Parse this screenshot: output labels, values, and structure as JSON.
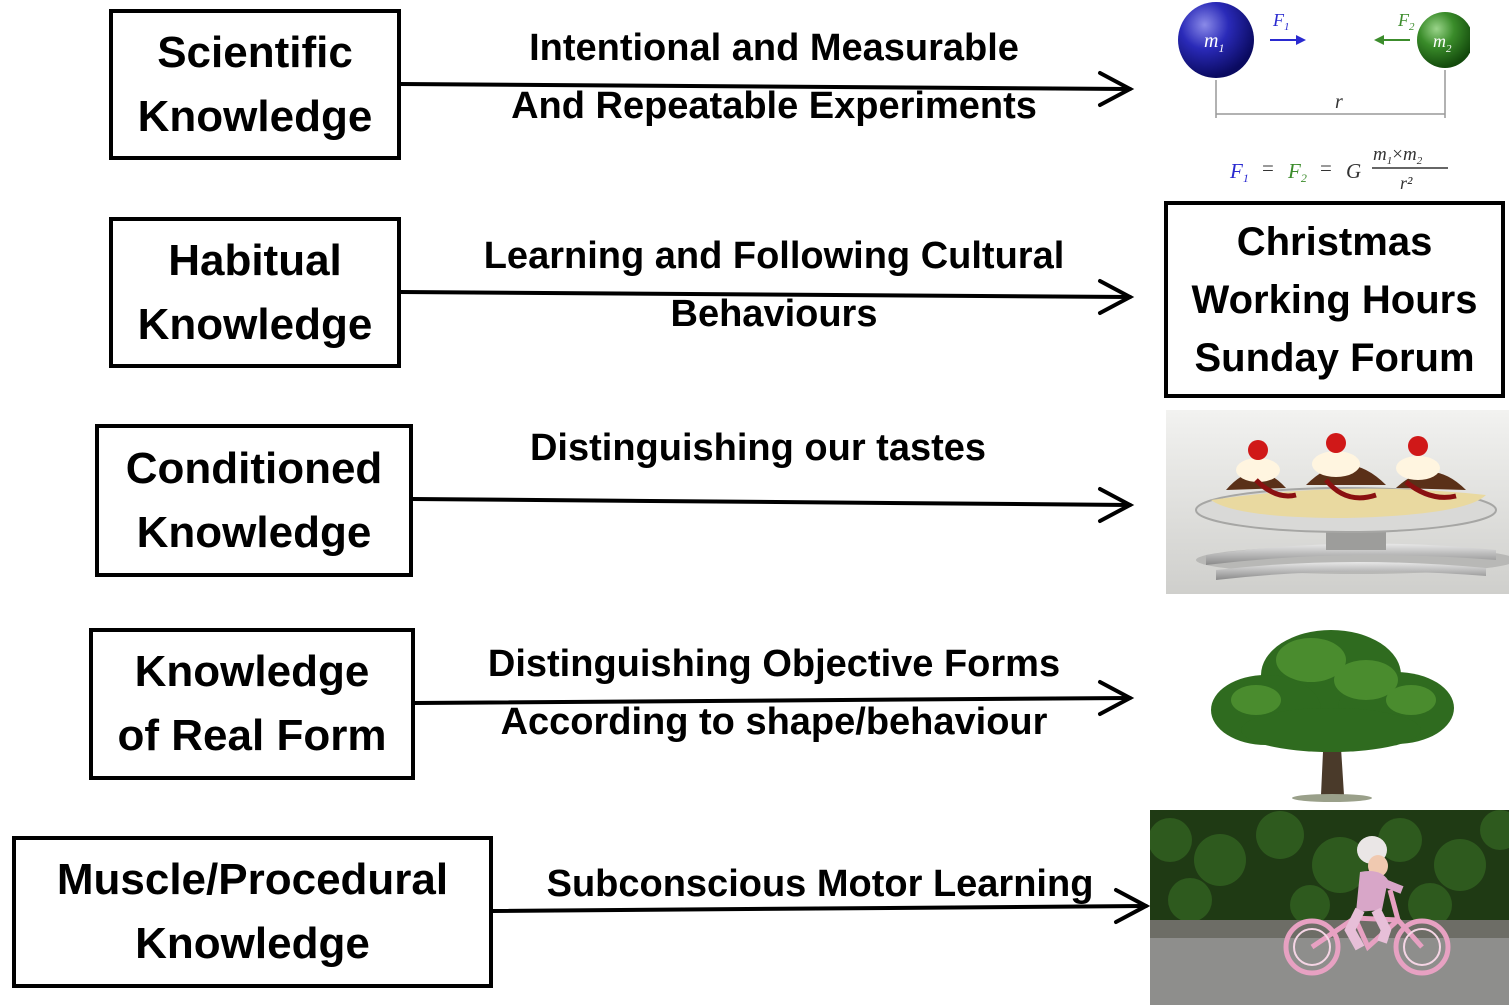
{
  "rows": [
    {
      "box_lines": [
        "Scientific",
        "Knowledge"
      ],
      "label_lines": [
        "Intentional and Measurable",
        "And Repeatable Experiments"
      ]
    },
    {
      "box_lines": [
        "Habitual",
        "Knowledge"
      ],
      "label_lines": [
        "Learning and Following Cultural",
        "Behaviours"
      ]
    },
    {
      "box_lines": [
        "Conditioned",
        "Knowledge"
      ],
      "label_lines": [
        "Distinguishing our tastes"
      ]
    },
    {
      "box_lines": [
        "Knowledge",
        "of Real Form"
      ],
      "label_lines": [
        "Distinguishing Objective Forms",
        "According to shape/behaviour"
      ]
    },
    {
      "box_lines": [
        "Muscle/Procedural",
        "Knowledge"
      ],
      "label_lines": [
        "Subconscious Motor Learning"
      ]
    }
  ],
  "examples": {
    "gravity": {
      "m1": "m",
      "m1_sub": "1",
      "m2": "m",
      "m2_sub": "2",
      "f1": "F",
      "f1_sub": "1",
      "f2": "F",
      "f2_sub": "2",
      "r": "r",
      "G": "G",
      "eq": "=",
      "times": "×",
      "r2": "r²"
    },
    "cultural_lines": [
      "Christmas",
      "Working Hours",
      "Sunday Forum"
    ]
  },
  "colors": {
    "m1": "#1c1c9c",
    "m2": "#2f7d1f",
    "f1": "#2a2ad0",
    "f2": "#3c8c2c"
  }
}
